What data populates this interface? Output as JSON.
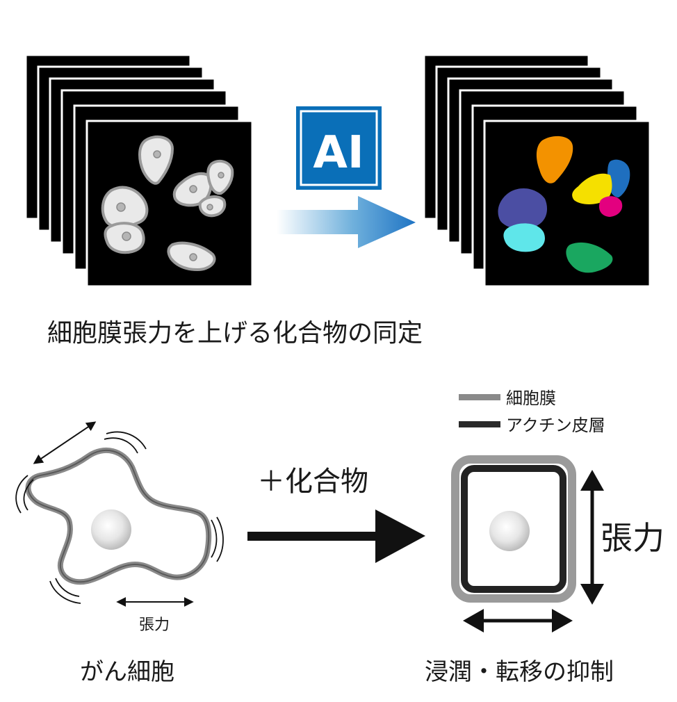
{
  "ai_badge": {
    "text": "AI",
    "color": "#0a6fb8"
  },
  "screening_caption": "細胞膜張力を上げる化合物の同定",
  "legend": {
    "membrane": {
      "label": "細胞膜",
      "color": "#8a8a8a"
    },
    "actin": {
      "label": "アクチン皮層",
      "color": "#2a2a2a"
    }
  },
  "compound_label": "＋化合物",
  "cancer_cell_caption": "がん細胞",
  "tension_label_small": "張力",
  "tension_label_large": "張力",
  "result_caption": "浸潤・転移の抑制",
  "segment_colors": [
    "#f39200",
    "#1f6fbf",
    "#f5e000",
    "#e3007f",
    "#4b4ea3",
    "#5fe6ea",
    "#1aa760"
  ]
}
